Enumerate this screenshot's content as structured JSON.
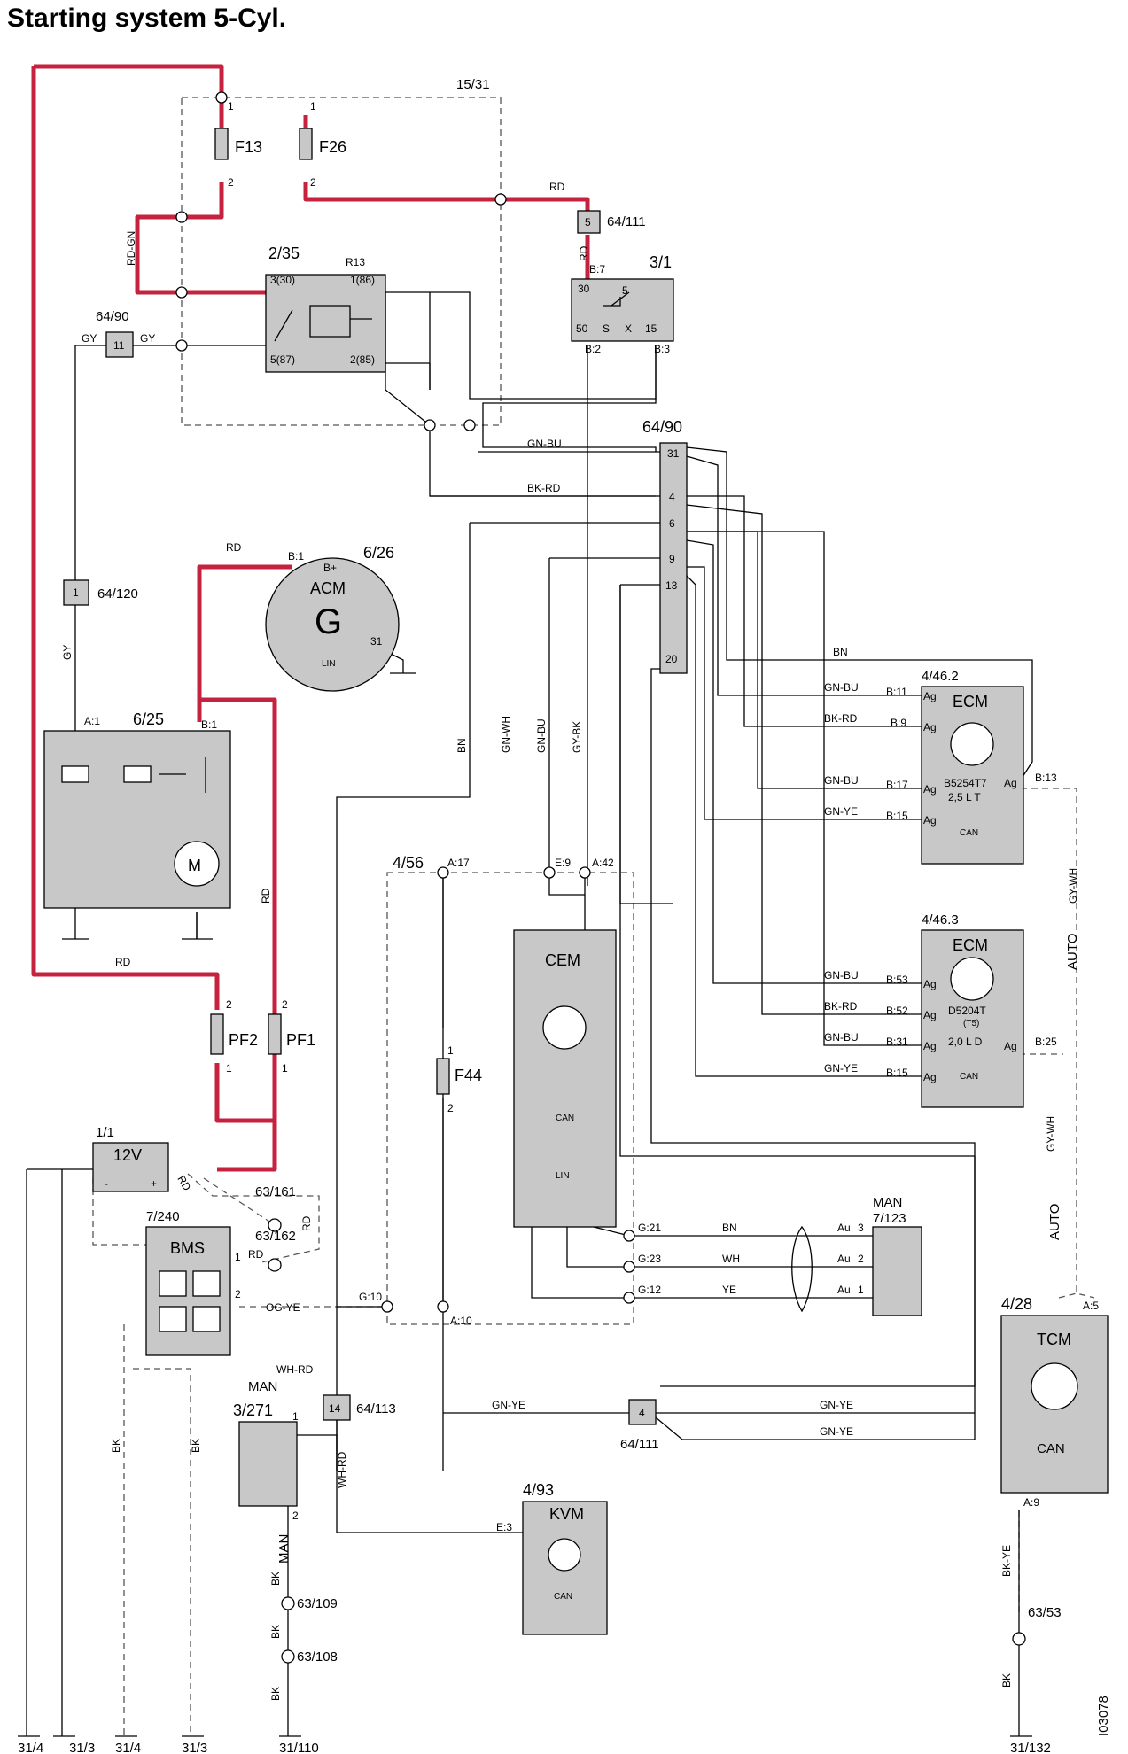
{
  "title": "Starting system 5-Cyl.",
  "image_code": "I03078",
  "components": {
    "relay_box": "15/31",
    "fuse_f13": "F13",
    "fuse_f26": "F26",
    "relay": "2/35",
    "relay_r13": "R13",
    "p_3_30": "3(30)",
    "p_1_86": "1(86)",
    "p_5_87": "5(87)",
    "p_2_85": "2(85)",
    "conn_64_90_top": "64/90",
    "conn_64_90_pin": "11",
    "conn_64_111_top": "64/111",
    "conn_64_111_top_pin": "5",
    "ignition": "3/1",
    "ign_30": "30",
    "ign_5": "5",
    "ign_50": "50",
    "ign_s": "S",
    "ign_x": "X",
    "ign_15": "15",
    "ign_b7": "B:7",
    "ign_b2": "B:2",
    "ign_b3": "B:3",
    "conn_64_90_mid": "64/90",
    "conn_pins": [
      "31",
      "4",
      "6",
      "9",
      "13",
      "20"
    ],
    "alternator": "6/26",
    "acm": "ACM",
    "g": "G",
    "lin": "LIN",
    "b1": "B:1",
    "bplus": "B+",
    "p31": "31",
    "conn_64_120": "64/120",
    "conn_64_120_pin": "1",
    "starter": "6/25",
    "a1": "A:1",
    "motor": "M",
    "fuse_pf1": "PF1",
    "fuse_pf2": "PF2",
    "battery": "1/1",
    "v12": "12V",
    "minus": "-",
    "plus": "+",
    "bms_ref": "7/240",
    "bms": "BMS",
    "gnd_63_161": "63/161",
    "gnd_63_162": "63/162",
    "ecm1": "4/46.2",
    "ecm": "ECM",
    "ecm1_engine": "B5254T7",
    "ecm1_size": "2,5 L T",
    "can": "CAN",
    "ecm2": "4/46.3",
    "ecm2_engine": "D5204T",
    "ecm2_sub": "(T5)",
    "ecm2_size": "2,0 L D",
    "cem_ref": "4/56",
    "cem": "CEM",
    "fuse_f44": "F44",
    "gear_sensor_man": "MAN",
    "gear_sensor": "7/123",
    "tcm_ref": "4/28",
    "tcm": "TCM",
    "clutch": "3/271",
    "man": "MAN",
    "conn_64_113": "64/113",
    "conn_64_113_pin": "14",
    "conn_64_111_bot": "64/111",
    "conn_64_111_bot_pin": "4",
    "kvm_ref": "4/93",
    "kvm": "KVM",
    "gnd_63_109": "63/109",
    "gnd_63_108": "63/108",
    "gnd_63_53": "63/53",
    "auto": "AUTO"
  },
  "wires": {
    "rd": "RD",
    "rd_gn": "RD-GN",
    "gy": "GY",
    "gn_bu": "GN-BU",
    "bk_rd": "BK-RD",
    "bn": "BN",
    "gn_wh": "GN-WH",
    "gy_bk": "GY-BK",
    "gn_ye": "GN-YE",
    "gy_wh": "GY-WH",
    "og_ye": "OG-YE",
    "wh_rd": "WH-RD",
    "wh": "WH",
    "ye": "YE",
    "bk": "BK",
    "bk_ye": "BK-YE"
  },
  "pins": {
    "one": "1",
    "two": "2",
    "three": "3",
    "b11": "B:11",
    "b9": "B:9",
    "b17": "B:17",
    "b15": "B:15",
    "b13": "B:13",
    "b53": "B:53",
    "b52": "B:52",
    "b31": "B:31",
    "b25": "B:25",
    "ag": "Ag",
    "a17": "A:17",
    "e9": "E:9",
    "a42": "A:42",
    "g21": "G:21",
    "g23": "G:23",
    "g12": "G:12",
    "g10": "G:10",
    "a10": "A:10",
    "au": "Au",
    "a5": "A:5",
    "a9": "A:9",
    "e3": "E:3"
  },
  "grounds": [
    "31/4",
    "31/3",
    "31/4",
    "31/3",
    "31/110",
    "31/132"
  ]
}
